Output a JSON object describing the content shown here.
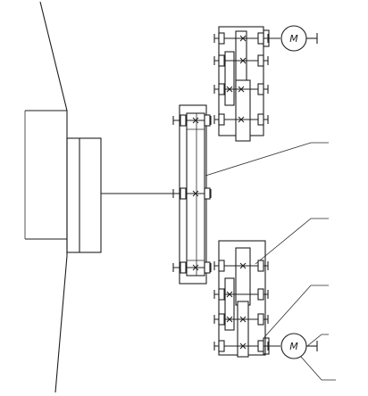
{
  "motors": [
    {
      "id": "upper",
      "label": "M"
    },
    {
      "id": "lower",
      "label": "M"
    }
  ],
  "colors": {
    "ink": "#1e1e1e",
    "paper": "#ffffff"
  }
}
